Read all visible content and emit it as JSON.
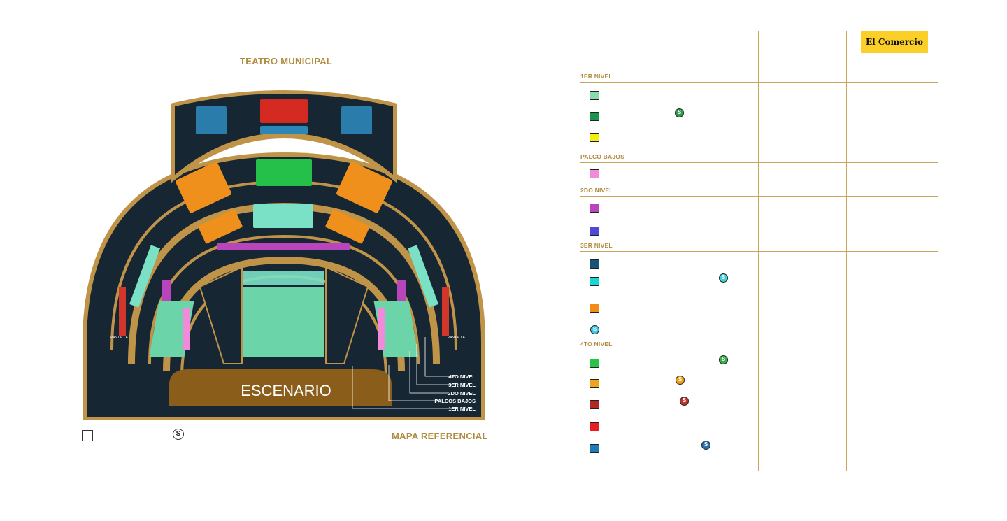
{
  "map": {
    "title": "TEATRO MUNICIPAL",
    "stage_label": "ESCENARIO",
    "footer_label": "MAPA REFERENCIAL",
    "screen_labels": [
      "PANTALLA",
      "PANTALLA"
    ],
    "level_callouts": [
      "4TO NIVEL",
      "3ER NIVEL",
      "2DO NIVEL",
      "PALCOS BAJOS",
      "1ER NIVEL"
    ],
    "legend_coin_symbol": "S"
  },
  "logo_text": "El Comercio",
  "legend": {
    "sections": [
      {
        "label": "1ER NIVEL",
        "items": [
          {
            "color": "#86dcae",
            "coin": null
          },
          {
            "color": "#19944f",
            "coin": "#2e9b4d"
          },
          {
            "color": "#f3ee12",
            "coin": null
          }
        ]
      },
      {
        "label": "PALCO BAJOS",
        "items": [
          {
            "color": "#f18ad9",
            "coin": null
          }
        ]
      },
      {
        "label": "2DO NIVEL",
        "items": [
          {
            "color": "#b845bb",
            "coin": null
          },
          {
            "color": "#5048d6",
            "coin": null
          }
        ]
      },
      {
        "label": "3ER NIVEL",
        "items": [
          {
            "color": "#1a5275",
            "coin": null
          },
          {
            "color": "#15d6d0",
            "coin": "#3ed1d9"
          },
          {
            "color": "#f28b1a",
            "coin": null
          },
          {
            "color": null,
            "coin": "#3ec7e6"
          }
        ]
      },
      {
        "label": "4TO NIVEL",
        "items": [
          {
            "color": "#27c449",
            "coin": "#3aad4b"
          },
          {
            "color": "#f0a21d",
            "coin": "#f0a21d"
          },
          {
            "color": "#b12a1f",
            "coin": "#c2332a"
          },
          {
            "color": "#e51e25",
            "coin": null
          },
          {
            "color": "#1d79b8",
            "coin": "#2a74b1"
          }
        ]
      }
    ]
  },
  "colors": {
    "accent_gold": "#b08a3e",
    "map_bg": "#172633",
    "stage": "#8a5e1a"
  }
}
